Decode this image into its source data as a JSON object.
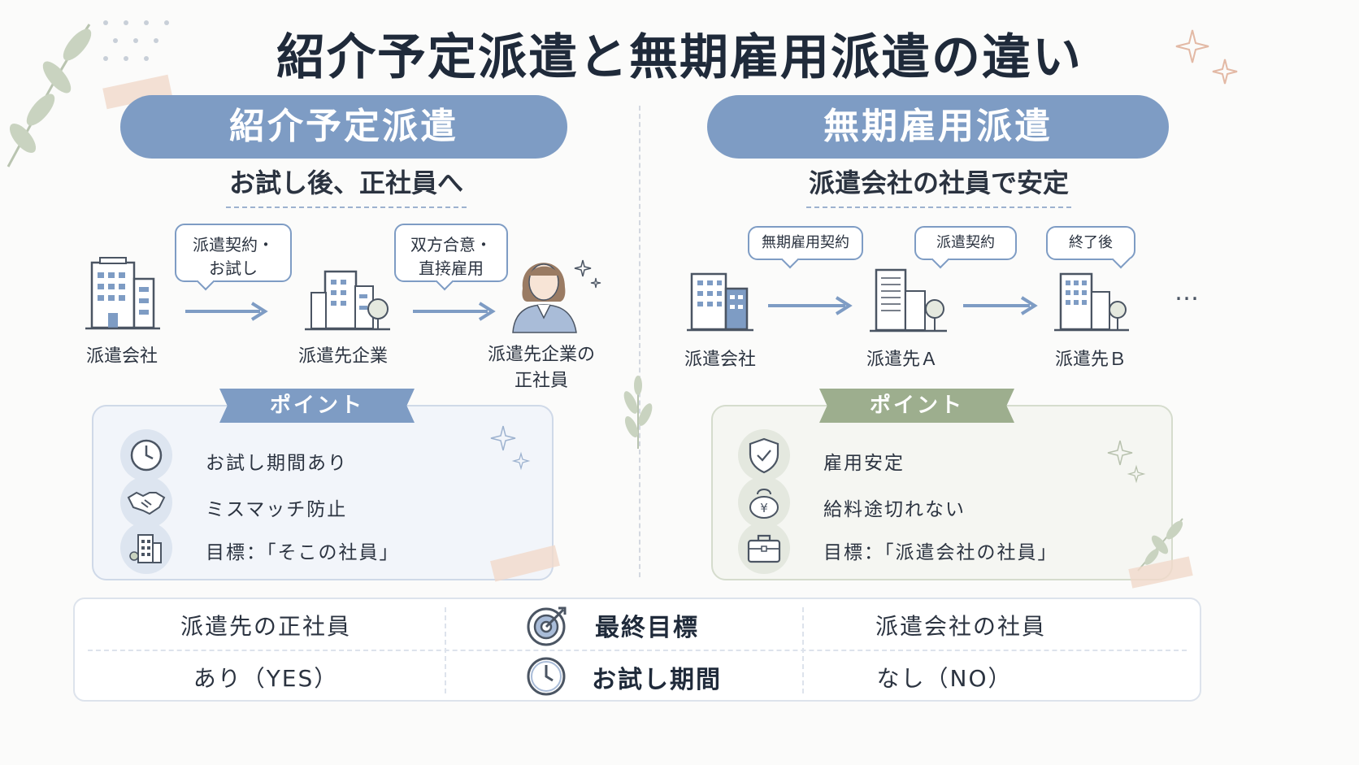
{
  "title": "紹介予定派遣と無期雇用派遣の違い",
  "left": {
    "heading": "紹介予定派遣",
    "subtitle": "お試し後、正社員へ",
    "flow": {
      "bubble1": [
        "派遣契約・",
        "お試し"
      ],
      "bubble2": [
        "双方合意・",
        "直接雇用"
      ],
      "node1": "派遣会社",
      "node2": "派遣先企業",
      "node3": [
        "派遣先企業の",
        "正社員"
      ]
    },
    "points_label": "ポイント",
    "points": [
      {
        "icon": "clock-icon",
        "text": "お試し期間あり"
      },
      {
        "icon": "handshake-icon",
        "text": "ミスマッチ防止"
      },
      {
        "icon": "building-icon",
        "text": "目標：「そこの社員」"
      }
    ]
  },
  "right": {
    "heading": "無期雇用派遣",
    "subtitle": "派遣会社の社員で安定",
    "flow": {
      "bubble1": "無期雇用契約",
      "bubble2": "派遣契約",
      "bubble3": "終了後",
      "node1": "派遣会社",
      "node2": "派遣先Ａ",
      "node3": "派遣先Ｂ",
      "more": "…"
    },
    "points_label": "ポイント",
    "points": [
      {
        "icon": "shield-icon",
        "text": "雇用安定"
      },
      {
        "icon": "wallet-icon",
        "text": "給料途切れない"
      },
      {
        "icon": "briefcase-icon",
        "text": "目標：「派遣会社の社員」"
      }
    ]
  },
  "comparison": {
    "rows": [
      {
        "left": "派遣先の正社員",
        "center": "最終目標",
        "icon": "target-icon",
        "right": "派遣会社の社員"
      },
      {
        "left": "あり（YES）",
        "center": "お試し期間",
        "icon": "clock-icon",
        "right": "なし（NO）"
      }
    ]
  },
  "colors": {
    "accent_blue": "#7e9cc4",
    "accent_green": "#9dae8e",
    "text": "#2b3340"
  }
}
